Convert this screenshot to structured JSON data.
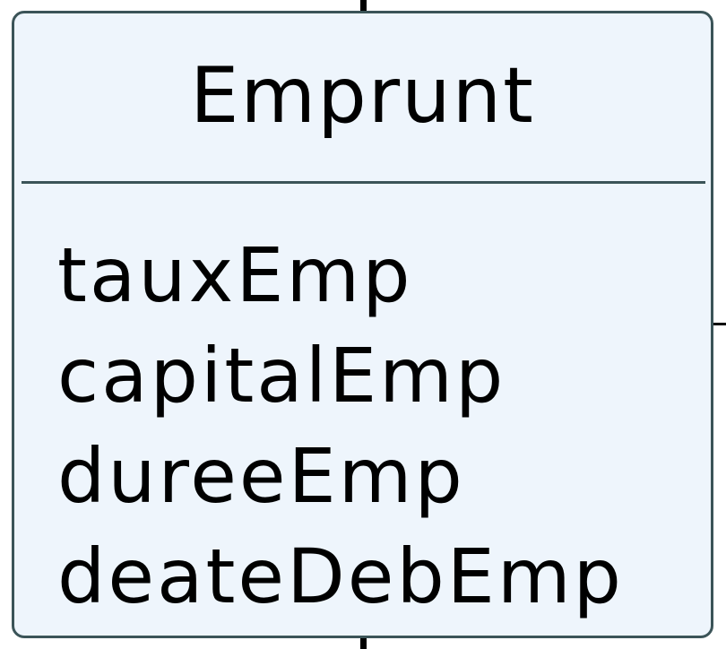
{
  "entity": {
    "title": "Emprunt",
    "attributes": [
      "tauxEmp",
      "capitalEmp",
      "dureeEmp",
      "deateDebEmp"
    ]
  },
  "colors": {
    "box_fill": "#eef5fc",
    "box_border": "#3b5458",
    "text": "#000000",
    "connector": "#000000"
  }
}
